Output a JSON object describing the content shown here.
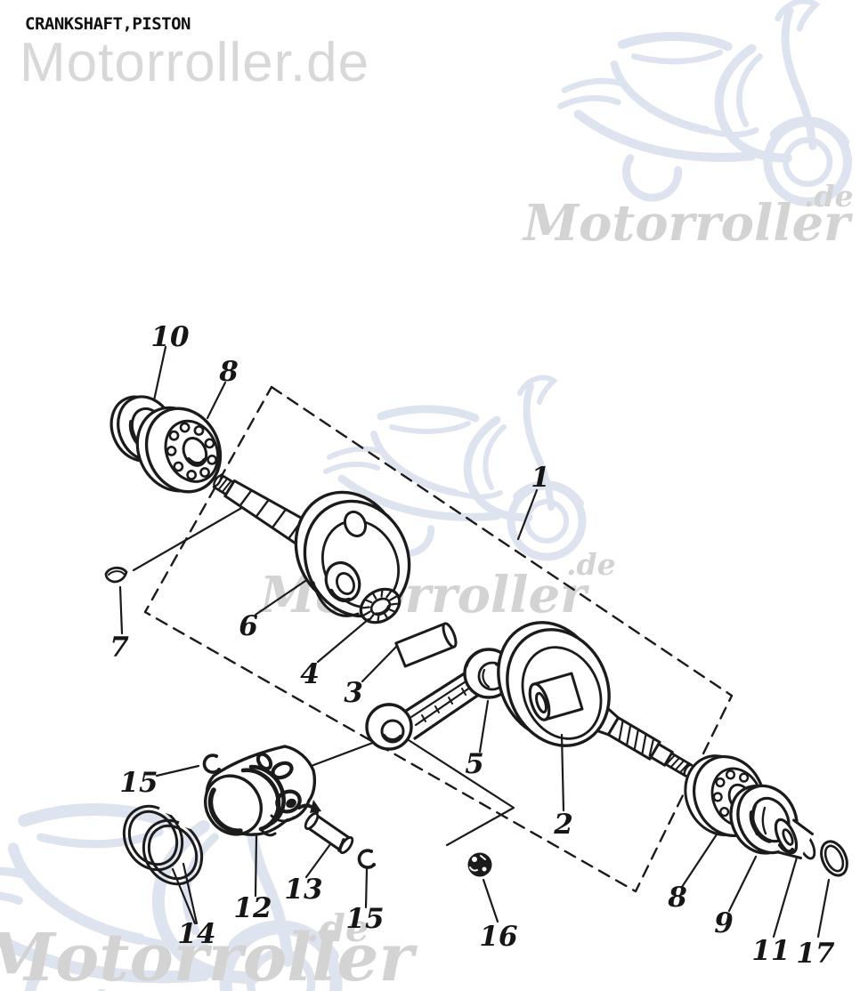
{
  "title": "CRANKSHAFT,PISTON",
  "watermark": {
    "top_text": "Motorroller.de",
    "brand_text": "Motorroller",
    "brand_suffix": ".de",
    "text_color_top": "#d8d8d8",
    "text_color_italic": "#d3d3d3",
    "scooter_color": "#dde4ef"
  },
  "diagram": {
    "ink_color": "#1b1b1b",
    "callouts": [
      {
        "label": "10"
      },
      {
        "label": "8"
      },
      {
        "label": "7"
      },
      {
        "label": "6"
      },
      {
        "label": "4"
      },
      {
        "label": "3"
      },
      {
        "label": "5"
      },
      {
        "label": "1"
      },
      {
        "label": "2"
      },
      {
        "label": "15"
      },
      {
        "label": "14"
      },
      {
        "label": "12"
      },
      {
        "label": "13"
      },
      {
        "label": "15"
      },
      {
        "label": "16"
      },
      {
        "label": "8"
      },
      {
        "label": "9"
      },
      {
        "label": "11"
      },
      {
        "label": "17"
      }
    ]
  }
}
